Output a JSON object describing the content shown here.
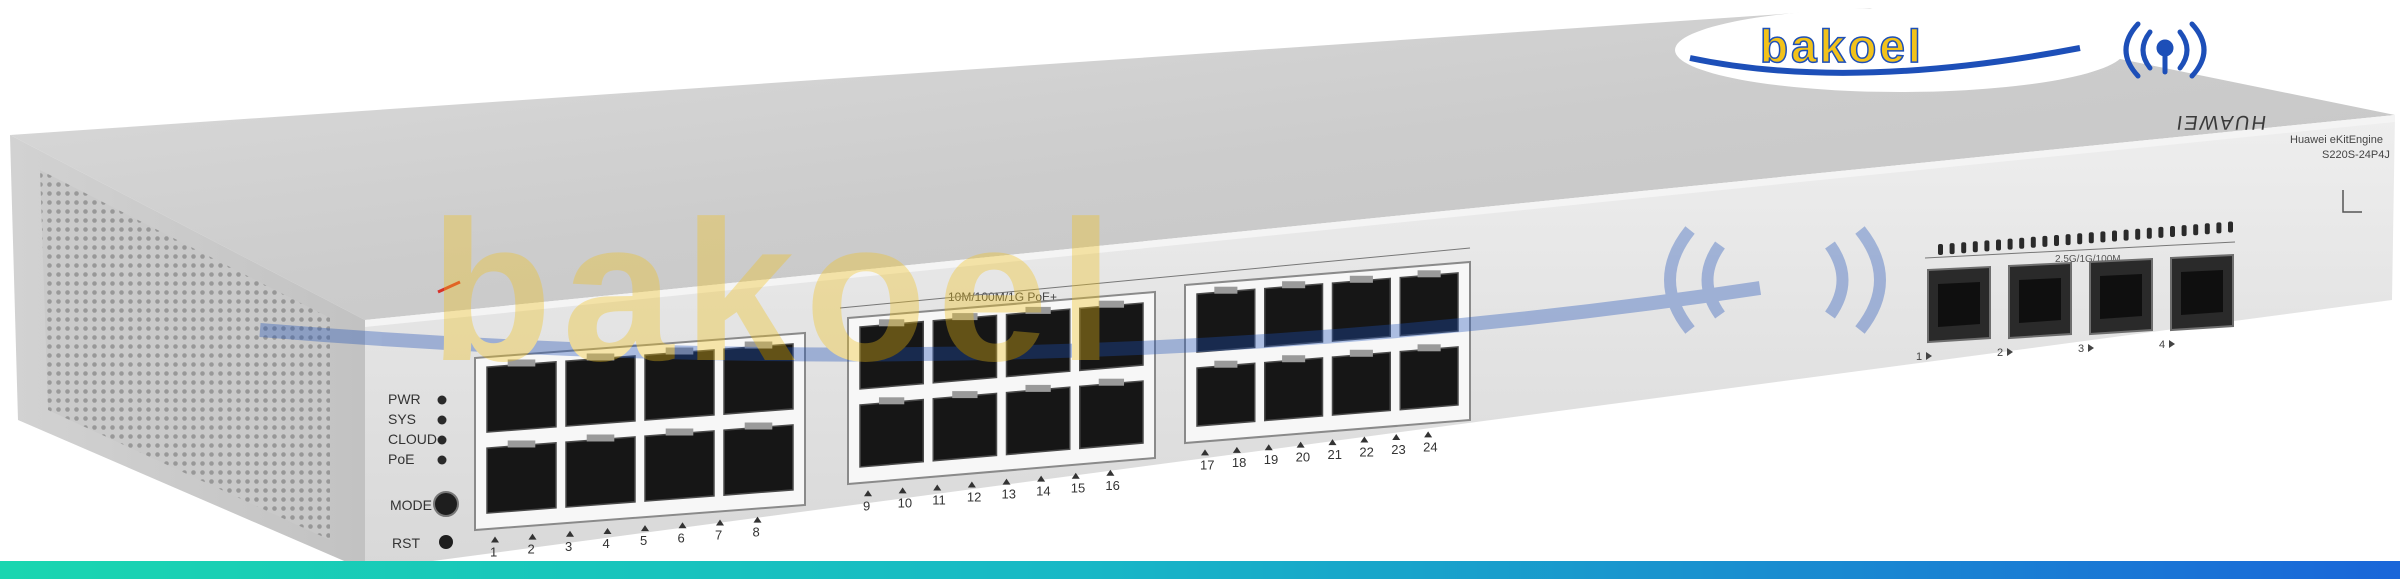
{
  "watermark": {
    "brand": "bakoel"
  },
  "device": {
    "vendor": "HUAWEI",
    "model_line": "Huawei eKitEngine",
    "model": "S220S-24P4J",
    "port_group_label": "10M/100M/1G PoE+",
    "sfp_group_label": "2.5G/1G/100M",
    "leds": [
      {
        "label": "PWR"
      },
      {
        "label": "SYS"
      },
      {
        "label": "CLOUD"
      },
      {
        "label": "PoE"
      }
    ],
    "mode_label": "MODE",
    "rst_label": "RST",
    "copper_ports": [
      "1",
      "2",
      "3",
      "4",
      "5",
      "6",
      "7",
      "8",
      "9",
      "10",
      "11",
      "12",
      "13",
      "14",
      "15",
      "16",
      "17",
      "18",
      "19",
      "20",
      "21",
      "22",
      "23",
      "24"
    ],
    "sfp_ports": [
      "1",
      "2",
      "3",
      "4"
    ]
  },
  "colors": {
    "top_face": "#cfcfcf",
    "front_face": "#e4e4e4",
    "port_black": "#161616",
    "brand_yellow": "#f2c21a",
    "brand_blue": "#1d4fb8",
    "bar_start": "#19d6b0",
    "bar_end": "#1a66d9"
  }
}
